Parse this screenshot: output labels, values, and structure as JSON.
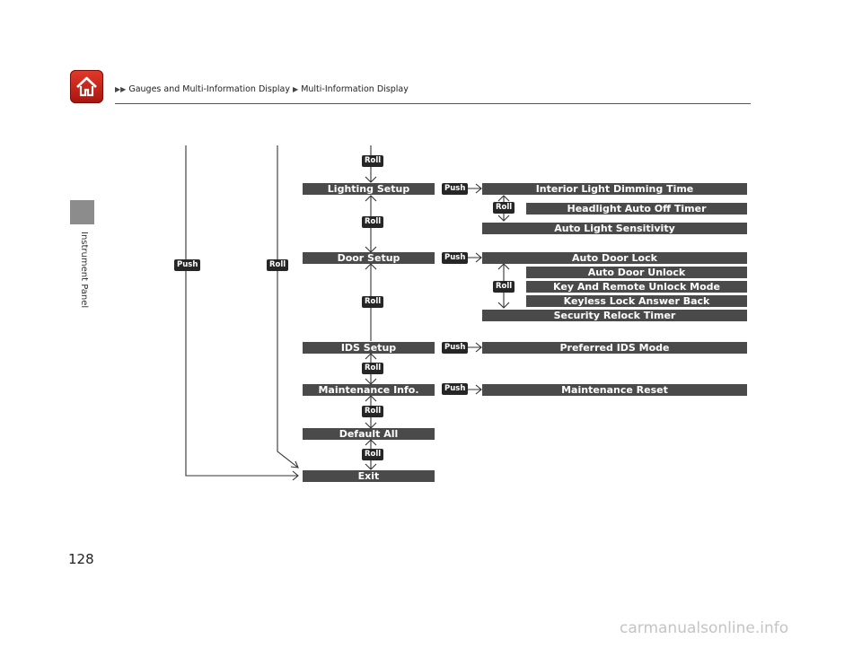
{
  "header": {
    "breadcrumb": [
      "Gauges and Multi-Information Display",
      "Multi-Information Display"
    ],
    "home_icon": "home-icon"
  },
  "sidebar": {
    "section_label": "Instrument Panel"
  },
  "page_number": "128",
  "watermark": "carmanualsonline.info",
  "colors": {
    "home_button": "#d22a1f",
    "node_fill": "#4a4a4a",
    "tag_fill": "#262626",
    "sidebar_tab": "#8c8c8c"
  },
  "diagram": {
    "nodes": {
      "lighting_setup": "Lighting Setup",
      "door_setup": "Door Setup",
      "ids_setup": "IDS Setup",
      "maintenance_info": "Maintenance Info.",
      "default_all": "Default All",
      "exit": "Exit",
      "interior_light_dimming_time": "Interior Light Dimming Time",
      "headlight_auto_off_timer": "Headlight Auto Off Timer",
      "auto_light_sensitivity": "Auto Light Sensitivity",
      "auto_door_lock": "Auto Door Lock",
      "auto_door_unlock": "Auto Door Unlock",
      "key_and_remote_unlock_mode": "Key And Remote Unlock Mode",
      "keyless_lock_answer_back": "Keyless Lock Answer Back",
      "security_relock_timer": "Security Relock Timer",
      "preferred_ids_mode": "Preferred IDS Mode",
      "maintenance_reset": "Maintenance Reset"
    },
    "tags": {
      "roll": "Roll",
      "push": "Push"
    }
  }
}
